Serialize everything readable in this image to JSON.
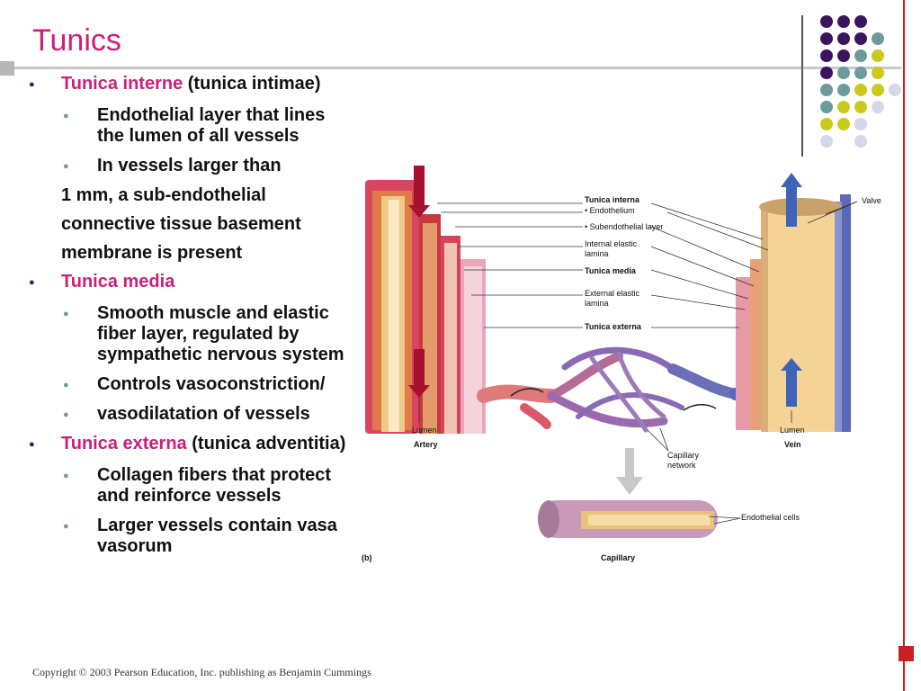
{
  "slide": {
    "title": "Tunics",
    "copyright": "Copyright © 2003 Pearson Education, Inc. publishing as Benjamin Cummings"
  },
  "bullets": [
    {
      "term": "Tunica interne",
      "rest": " (tunica intimae)",
      "subs": [
        "Endothelial layer that lines the lumen of all vessels",
        "In vessels larger than"
      ],
      "continuation": [
        "1 mm, a sub-endothelial",
        "connective tissue basement",
        "membrane is present"
      ]
    },
    {
      "term": "Tunica media",
      "rest": "",
      "subs": [
        "Smooth muscle and elastic fiber layer, regulated by sympathetic nervous system",
        "Controls vasoconstriction/",
        "vasodilatation of vessels"
      ]
    },
    {
      "term": "Tunica externa",
      "rest": " (tunica adventitia)",
      "subs": [
        "Collagen fibers that protect and reinforce vessels",
        "Larger vessels contain vasa vasorum"
      ]
    }
  ],
  "diagram": {
    "labels": {
      "tunica_interna": "Tunica interna",
      "endothelium": "• Endothelium",
      "subendothelial": "• Subendothelial layer",
      "internal_elastic_1": "Internal elastic",
      "internal_elastic_2": "lamina",
      "tunica_media": "Tunica media",
      "external_elastic_1": "External elastic",
      "external_elastic_2": "lamina",
      "tunica_externa": "Tunica externa",
      "valve": "Valve",
      "lumen_artery": "Lumen",
      "artery": "Artery",
      "lumen_vein": "Lumen",
      "vein": "Vein",
      "capillary_network_1": "Capillary",
      "capillary_network_2": "network",
      "endothelial_cells": "Endothelial cells",
      "panel": "(b)",
      "capillary": "Capillary"
    }
  },
  "decor": {
    "purple": "#3b1460",
    "teal": "#6f9a9b",
    "olive": "#c9c91e",
    "lavender": "#d7d7ea",
    "accent": "#cc1f7a",
    "red": "#cc1f1f"
  }
}
